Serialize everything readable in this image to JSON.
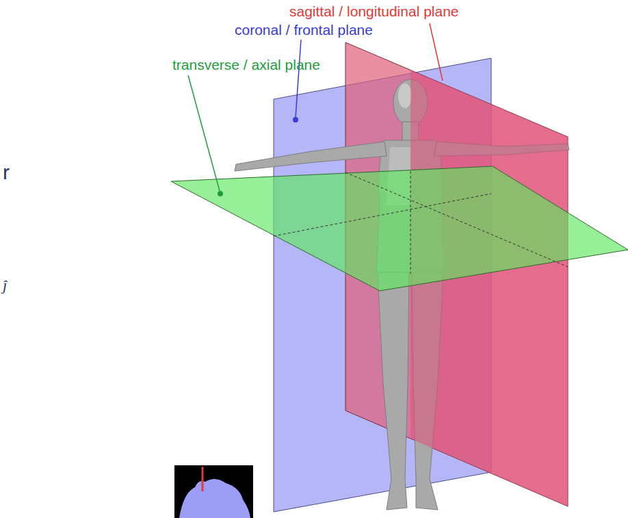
{
  "diagram": {
    "labels": [
      "sagittal / longitudinal plane",
      "coronal / frontal plane",
      "transverse / axial plane",
      "r",
      "ĵ"
    ]
  }
}
